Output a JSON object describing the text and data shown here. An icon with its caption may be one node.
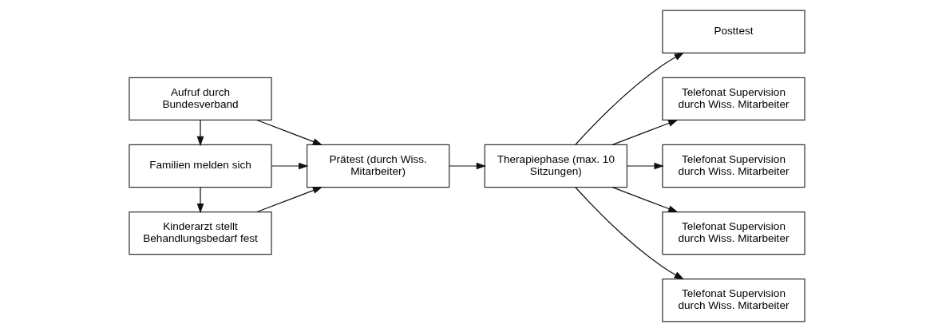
{
  "diagram": {
    "nodes": [
      {
        "text": [
          "Aufruf durch Bundesverband"
        ]
      },
      {
        "text": [
          "Familien melden sich"
        ]
      },
      {
        "text": [
          "Kinderarzt stellt Behandlungsbedarf fest"
        ]
      },
      {
        "text": [
          "Prätest (durch Wiss. Mitarbeiter)"
        ]
      },
      {
        "text": [
          "Therapiephase (max. 10 Sitzungen)"
        ]
      },
      {
        "text": [
          "Posttest"
        ]
      },
      {
        "text": [
          "Telefonat Supervision durch Wiss. Mitarbeiter"
        ]
      },
      {
        "text": [
          "Telefonat Supervision durch Wiss. Mitarbeiter"
        ]
      },
      {
        "text": [
          "Telefonat Supervision durch Wiss. Mitarbeiter"
        ]
      },
      {
        "text": [
          "Telefonat Supervision durch Wiss. Mitarbeiter"
        ]
      }
    ],
    "edges": [
      {
        "from": 0,
        "to": 1,
        "arrow": "to"
      },
      {
        "from": 1,
        "to": 2,
        "arrow": "to"
      },
      {
        "from": 0,
        "to": 3,
        "arrow": "to"
      },
      {
        "from": 1,
        "to": 3,
        "arrow": "to"
      },
      {
        "from": 2,
        "to": 3,
        "arrow": "to"
      },
      {
        "from": 3,
        "to": 4,
        "arrow": "to"
      },
      {
        "from": 4,
        "to": 5,
        "arrow": "to"
      },
      {
        "from": 4,
        "to": 6,
        "arrow": "to"
      },
      {
        "from": 4,
        "to": 7,
        "arrow": "to"
      },
      {
        "from": 4,
        "to": 8,
        "arrow": "to"
      },
      {
        "from": 4,
        "to": 9,
        "arrow": "to"
      }
    ]
  }
}
